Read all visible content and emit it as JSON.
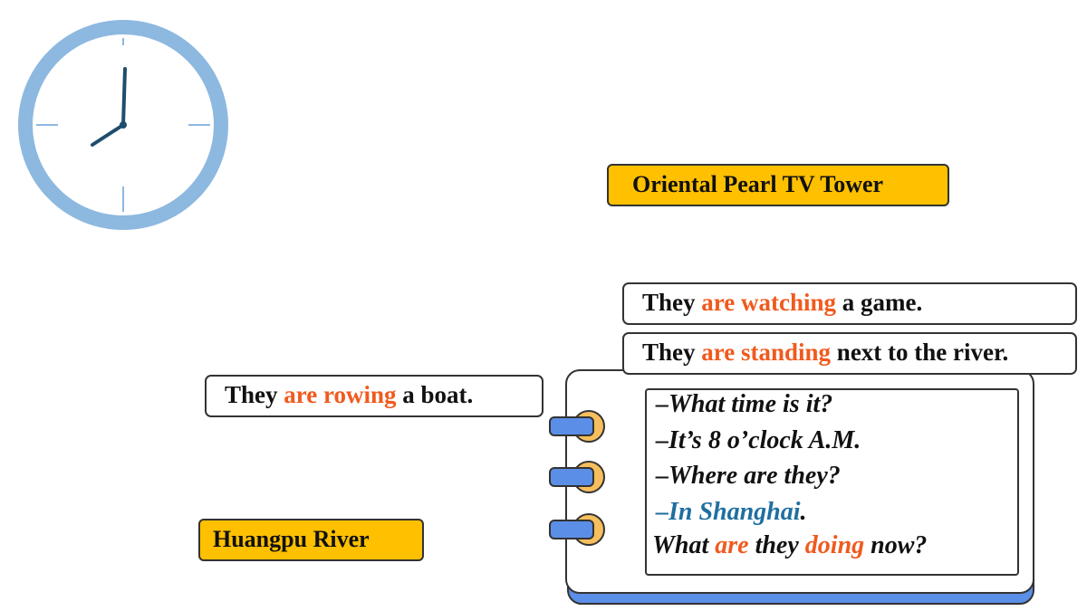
{
  "labels": {
    "tower": "Oriental Pearl TV Tower",
    "river": "Huangpu River"
  },
  "sentences": {
    "watching": {
      "pre": "They ",
      "highlight": "are watching",
      "post": " a game."
    },
    "standing": {
      "pre": "They ",
      "highlight": "are standing",
      "post": " next to the river."
    },
    "rowing": {
      "pre": "They ",
      "highlight": "are rowing",
      "post": " a boat."
    }
  },
  "dialogue": {
    "line1": "–What time is it?",
    "line2": "–It’s 8 o’clock A.M.",
    "line3": "–Where are they?",
    "line4_answer": "–In Shanghai",
    "line4_tail": ".",
    "line5": {
      "w1": "What ",
      "w2": "are",
      "w3": " they ",
      "w4": "doing",
      "w5": " now?"
    }
  },
  "clock": {
    "hour": 8,
    "minute": 0
  },
  "colors": {
    "highlight": "#F05A1E",
    "answer": "#1F6FA0",
    "label_bg": "#FFC000",
    "clock_ring": "#8DB8E0",
    "clock_hands": "#1E4E6E",
    "notebook_accent": "#5B8EE6",
    "ring_fill": "#F6BE5C"
  }
}
